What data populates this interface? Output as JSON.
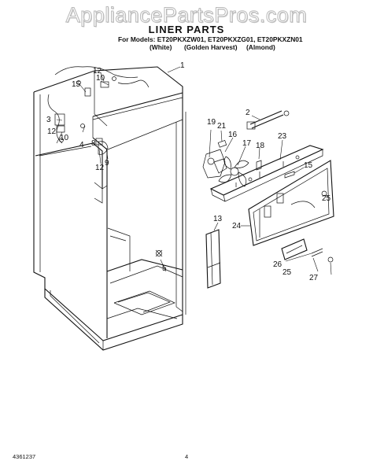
{
  "watermark": "AppliancePartsPros.com",
  "title": "LINER PARTS",
  "models_line": "For Models: ET20PKXZW01, ET20PKXZG01, ET20PKXZN01",
  "variants": [
    "(White)",
    "(Golden Harvest)",
    "(Almond)"
  ],
  "part_labels": [
    "1",
    "2",
    "3",
    "4",
    "5",
    "8",
    "9",
    "10",
    "10",
    "12",
    "12",
    "12",
    "13",
    "15",
    "15",
    "16",
    "17",
    "18",
    "19",
    "21",
    "23",
    "24",
    "25",
    "25",
    "26",
    "27"
  ],
  "footer": {
    "doc_number": "4361237",
    "page_number": "4"
  }
}
